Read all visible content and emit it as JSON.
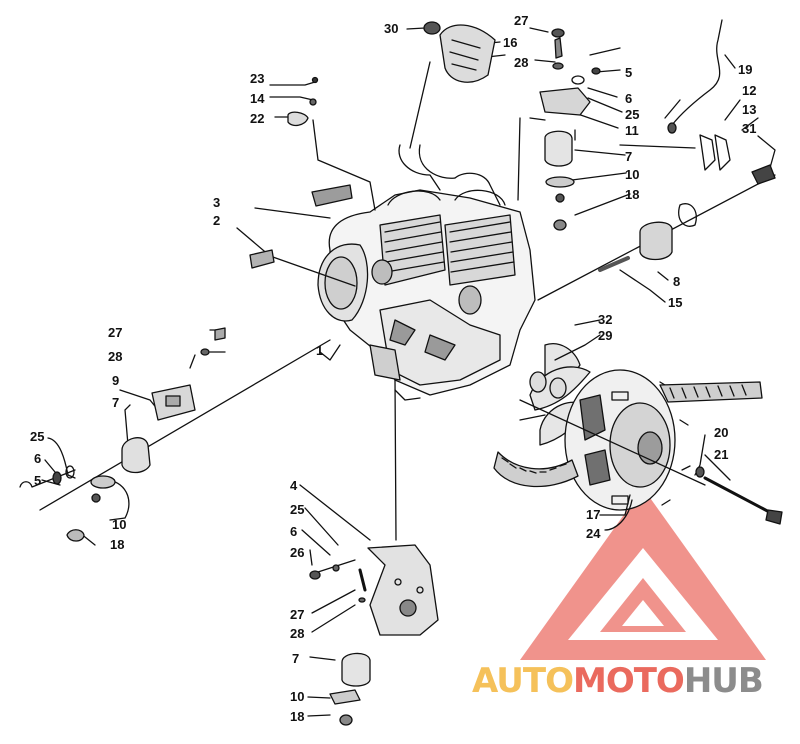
{
  "callouts": [
    {
      "id": "30a",
      "text": "30"
    },
    {
      "id": "16a",
      "text": "16"
    },
    {
      "id": "27a",
      "text": "27"
    },
    {
      "id": "28a",
      "text": "28"
    },
    {
      "id": "5a",
      "text": "5"
    },
    {
      "id": "6a",
      "text": "6"
    },
    {
      "id": "25a",
      "text": "25"
    },
    {
      "id": "11a",
      "text": "11"
    },
    {
      "id": "7a",
      "text": "7"
    },
    {
      "id": "10a",
      "text": "10"
    },
    {
      "id": "18a",
      "text": "18"
    },
    {
      "id": "19a",
      "text": "19"
    },
    {
      "id": "12a",
      "text": "12"
    },
    {
      "id": "13a",
      "text": "13"
    },
    {
      "id": "31a",
      "text": "31"
    },
    {
      "id": "8a",
      "text": "8"
    },
    {
      "id": "15a",
      "text": "15"
    },
    {
      "id": "23a",
      "text": "23"
    },
    {
      "id": "14a",
      "text": "14"
    },
    {
      "id": "22a",
      "text": "22"
    },
    {
      "id": "3a",
      "text": "3"
    },
    {
      "id": "2a",
      "text": "2"
    },
    {
      "id": "27b",
      "text": "27"
    },
    {
      "id": "28b",
      "text": "28"
    },
    {
      "id": "9a",
      "text": "9"
    },
    {
      "id": "7b",
      "text": "7"
    },
    {
      "id": "1a",
      "text": "1"
    },
    {
      "id": "25b",
      "text": "25"
    },
    {
      "id": "6b",
      "text": "6"
    },
    {
      "id": "5b",
      "text": "5"
    },
    {
      "id": "10b",
      "text": "10"
    },
    {
      "id": "18b",
      "text": "18"
    },
    {
      "id": "32a",
      "text": "32"
    },
    {
      "id": "29a",
      "text": "29"
    },
    {
      "id": "20a",
      "text": "20"
    },
    {
      "id": "21a",
      "text": "21"
    },
    {
      "id": "17a",
      "text": "17"
    },
    {
      "id": "24a",
      "text": "24"
    },
    {
      "id": "4a",
      "text": "4"
    },
    {
      "id": "25c",
      "text": "25"
    },
    {
      "id": "6c",
      "text": "6"
    },
    {
      "id": "26a",
      "text": "26"
    },
    {
      "id": "27c",
      "text": "27"
    },
    {
      "id": "28c",
      "text": "28"
    },
    {
      "id": "7c",
      "text": "7"
    },
    {
      "id": "10c",
      "text": "10"
    },
    {
      "id": "18c",
      "text": "18"
    }
  ],
  "watermark": {
    "part1": "AUTO",
    "part2": "MOTO",
    "part3": "HUB",
    "color_auto": "#f5c15a",
    "color_moto": "#ea6a5e",
    "color_hub": "#8c8c8c",
    "logo_color": "#ec6f66"
  }
}
